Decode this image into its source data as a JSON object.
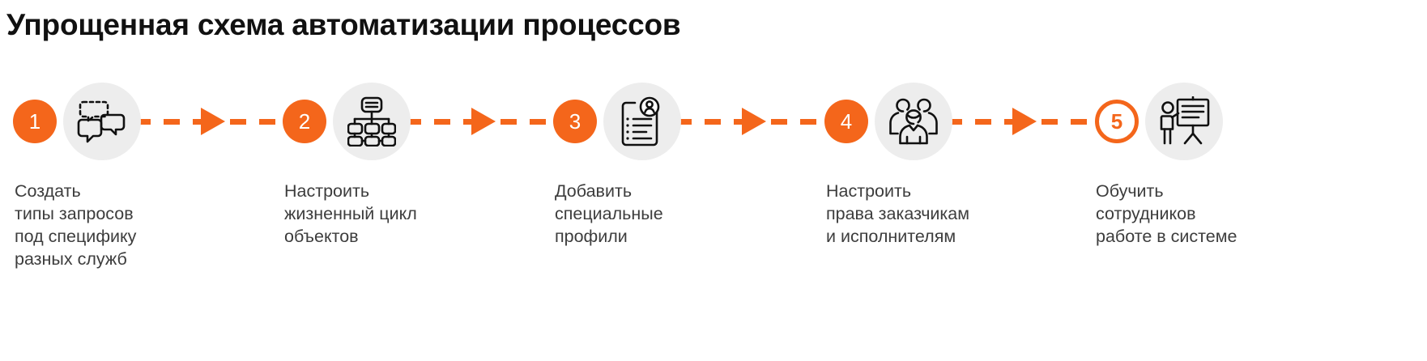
{
  "header": {
    "title": "Упрощенная схема автоматизации процессов"
  },
  "colors": {
    "accent": "#F4661B",
    "icon_disc_bg": "#EDEDED",
    "caption_text": "#3D3D3D",
    "title_text": "#111111",
    "page_bg": "#FFFFFF"
  },
  "diagram": {
    "type": "process-flow",
    "orientation": "horizontal",
    "step_count": 5,
    "connector_style": "dashed-with-arrowhead",
    "steps": [
      {
        "number": "1",
        "icon": "chat-bubbles-icon",
        "circle_style": "filled",
        "caption": "Создать\nтипы запросов\nпод специфику\nразных служб",
        "caption_lines": [
          "Создать",
          "типы запросов",
          "под специфику",
          "разных служб"
        ]
      },
      {
        "number": "2",
        "icon": "hierarchy-flowchart-icon",
        "circle_style": "filled",
        "caption": "Настроить\nжизненный цикл\nобъектов",
        "caption_lines": [
          "Настроить",
          "жизненный цикл",
          "объектов"
        ]
      },
      {
        "number": "3",
        "icon": "profile-clipboard-icon",
        "circle_style": "filled",
        "caption": "Добавить\nспециальные\nпрофили",
        "caption_lines": [
          "Добавить",
          "специальные",
          "профили"
        ]
      },
      {
        "number": "4",
        "icon": "user-group-icon",
        "circle_style": "filled",
        "caption": "Настроить\nправа заказчикам\nи исполнителям",
        "caption_lines": [
          "Настроить",
          "права заказчикам",
          "и исполнителям"
        ]
      },
      {
        "number": "5",
        "icon": "presenter-flipchart-icon",
        "circle_style": "outline",
        "caption": "Обучить\nсотрудников\nработе в системе",
        "caption_lines": [
          "Обучить",
          "сотрудников",
          "работе в системе"
        ]
      }
    ]
  }
}
